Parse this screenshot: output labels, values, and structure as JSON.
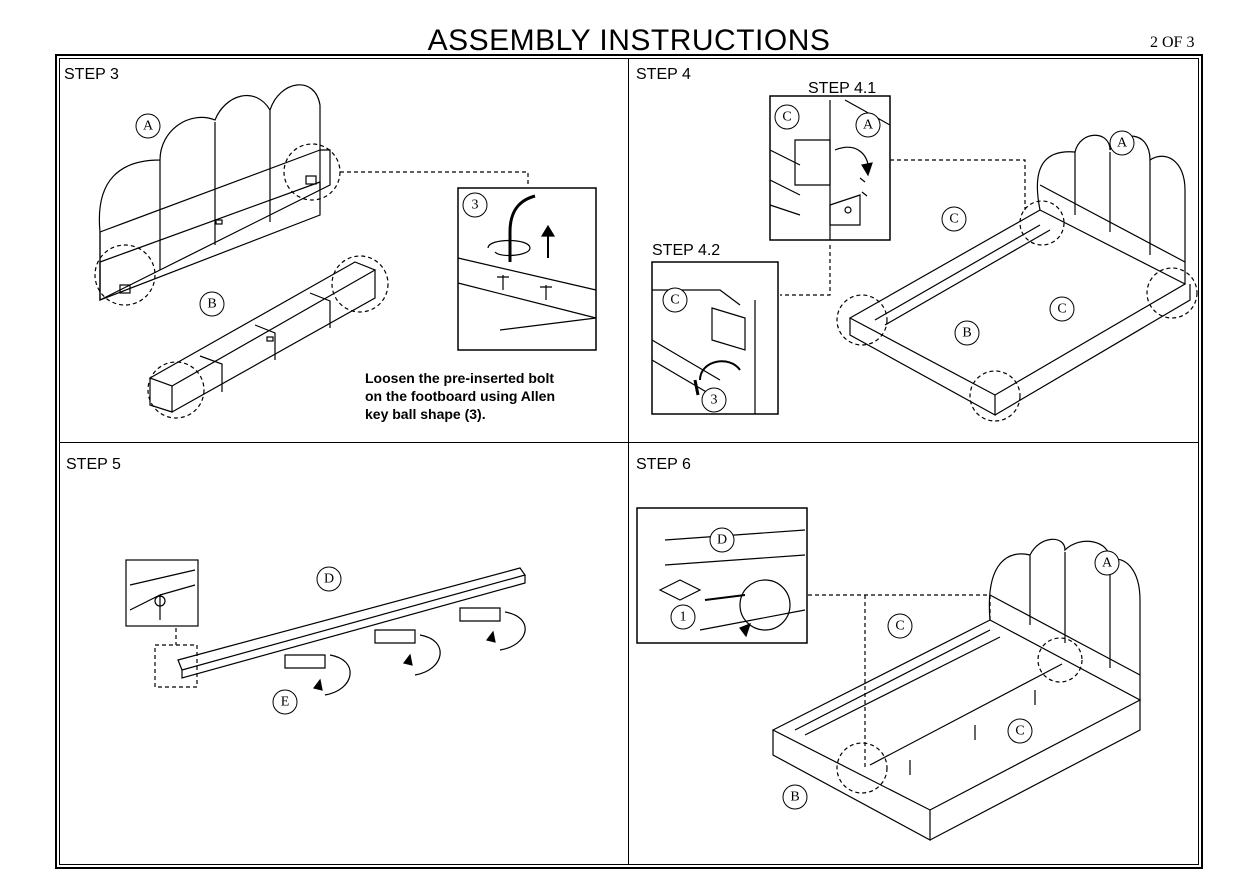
{
  "header": {
    "title": "ASSEMBLY INSTRUCTIONS",
    "page": "2 OF 3"
  },
  "steps": {
    "s3": "STEP 3",
    "s4": "STEP 4",
    "s41": "STEP 4.1",
    "s42": "STEP 4.2",
    "s5": "STEP 5",
    "s6": "STEP 6"
  },
  "caption": {
    "line1": "Loosen the pre-inserted bolt",
    "line2": "on the footboard using Allen",
    "line3": "key ball shape (3)."
  },
  "labels": {
    "A": "A",
    "B": "B",
    "C": "C",
    "D": "D",
    "E": "E",
    "n1": "1",
    "n3": "3"
  }
}
